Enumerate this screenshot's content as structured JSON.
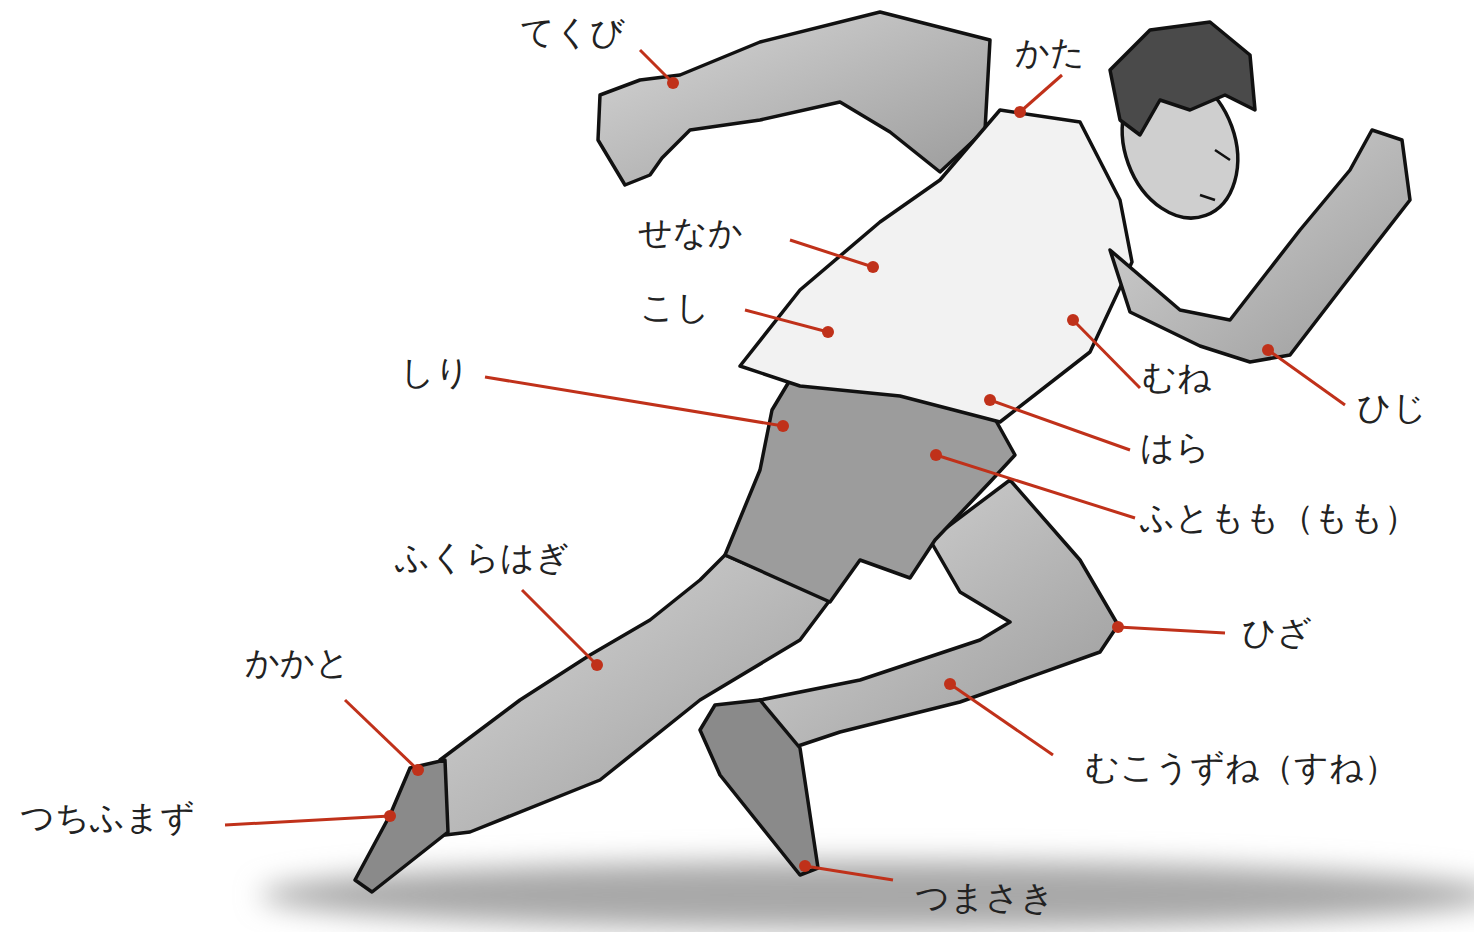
{
  "diagram": {
    "labels": [
      "てくび",
      "かた",
      "せなか",
      "こし",
      "しり",
      "むね",
      "ひじ",
      "はら",
      "ふともも（もも）",
      "ふくらはぎ",
      "ひざ",
      "かかと",
      "むこうずね（すね）",
      "つちふまず",
      "つまさき"
    ]
  }
}
